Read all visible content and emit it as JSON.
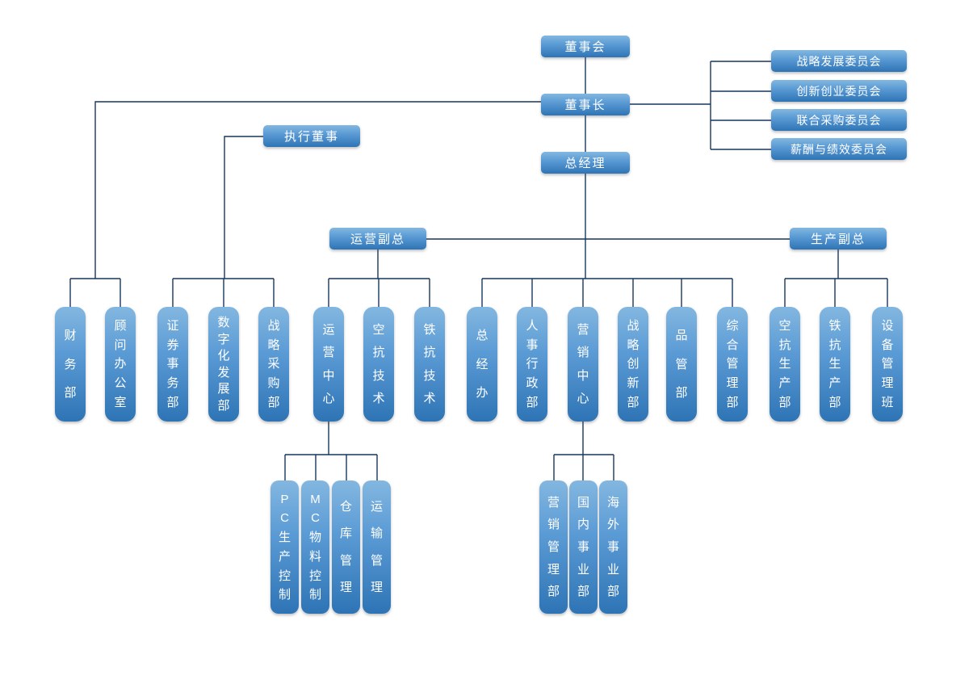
{
  "colors": {
    "node_gradient_top": "#83b7e0",
    "node_gradient_bottom": "#2e74b5",
    "connector": "#17375d",
    "node_text": "#ffffff",
    "background": "#ffffff"
  },
  "org": {
    "board": {
      "label": "董事会"
    },
    "chairman": {
      "label": "董事长"
    },
    "general_manager": {
      "label": "总经理"
    },
    "executive_director": {
      "label": "执行董事"
    },
    "committees": [
      {
        "label": "战略发展委员会"
      },
      {
        "label": "创新创业委员会"
      },
      {
        "label": "联合采购委员会"
      },
      {
        "label": "薪酬与绩效委员会"
      }
    ],
    "vice_presidents": [
      {
        "label": "运营副总"
      },
      {
        "label": "生产副总"
      }
    ],
    "departments": [
      {
        "label": "财务部"
      },
      {
        "label": "顾问办公室"
      },
      {
        "label": "证券事务部"
      },
      {
        "label": "数字化发展部"
      },
      {
        "label": "战略采购部"
      },
      {
        "label": "运营中心"
      },
      {
        "label": "空抗技术"
      },
      {
        "label": "铁抗技术"
      },
      {
        "label": "总经办"
      },
      {
        "label": "人事行政部"
      },
      {
        "label": "营销中心"
      },
      {
        "label": "战略创新部"
      },
      {
        "label": "品管部"
      },
      {
        "label": "综合管理部"
      },
      {
        "label": "空抗生产部"
      },
      {
        "label": "铁抗生产部"
      },
      {
        "label": "设备管理班"
      }
    ],
    "operations_center_children": [
      {
        "label": "PC生产控制"
      },
      {
        "label": "MC物料控制"
      },
      {
        "label": "仓库管理"
      },
      {
        "label": "运输管理"
      }
    ],
    "marketing_center_children": [
      {
        "label": "营销管理部"
      },
      {
        "label": "国内事业部"
      },
      {
        "label": "海外事业部"
      }
    ]
  }
}
